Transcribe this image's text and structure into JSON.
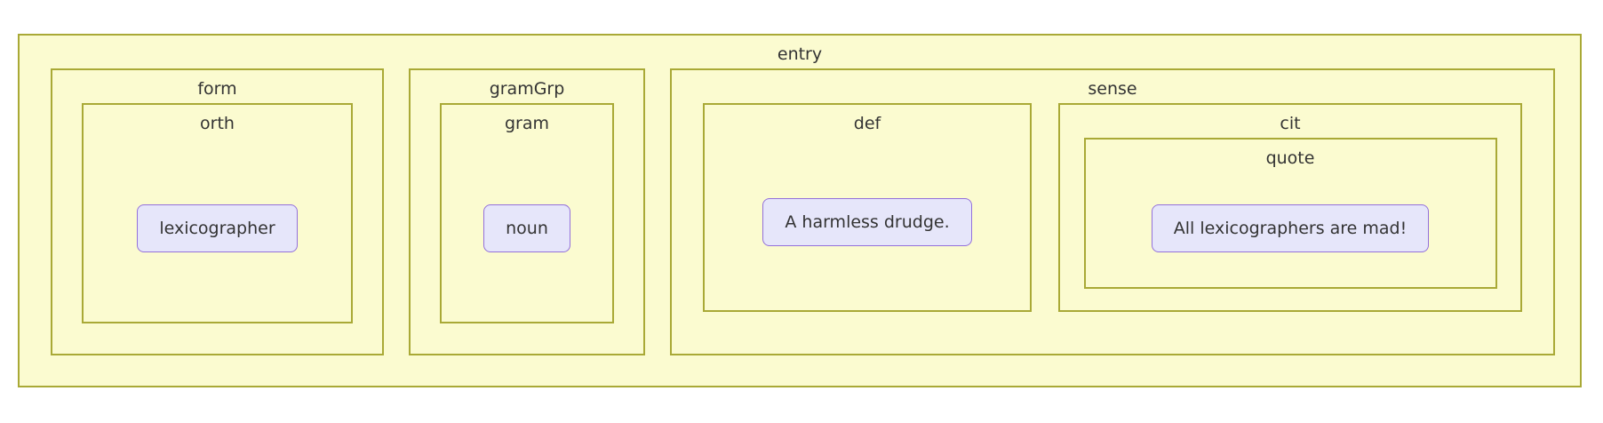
{
  "diagram": {
    "entry": {
      "label": "entry"
    },
    "form": {
      "label": "form"
    },
    "orth": {
      "label": "orth",
      "value": "lexicographer"
    },
    "gramGrp": {
      "label": "gramGrp"
    },
    "gram": {
      "label": "gram",
      "value": "noun"
    },
    "sense": {
      "label": "sense"
    },
    "def": {
      "label": "def",
      "value": "A harmless drudge."
    },
    "cit": {
      "label": "cit"
    },
    "quote": {
      "label": "quote",
      "value": "All lexicographers are mad!"
    }
  },
  "colors": {
    "container_bg": "#fbfbd0",
    "container_border": "#a9a936",
    "leaf_bg": "#e6e6fa",
    "leaf_border": "#9370db",
    "text_color": "#333333",
    "page_bg": "#ffffff"
  }
}
